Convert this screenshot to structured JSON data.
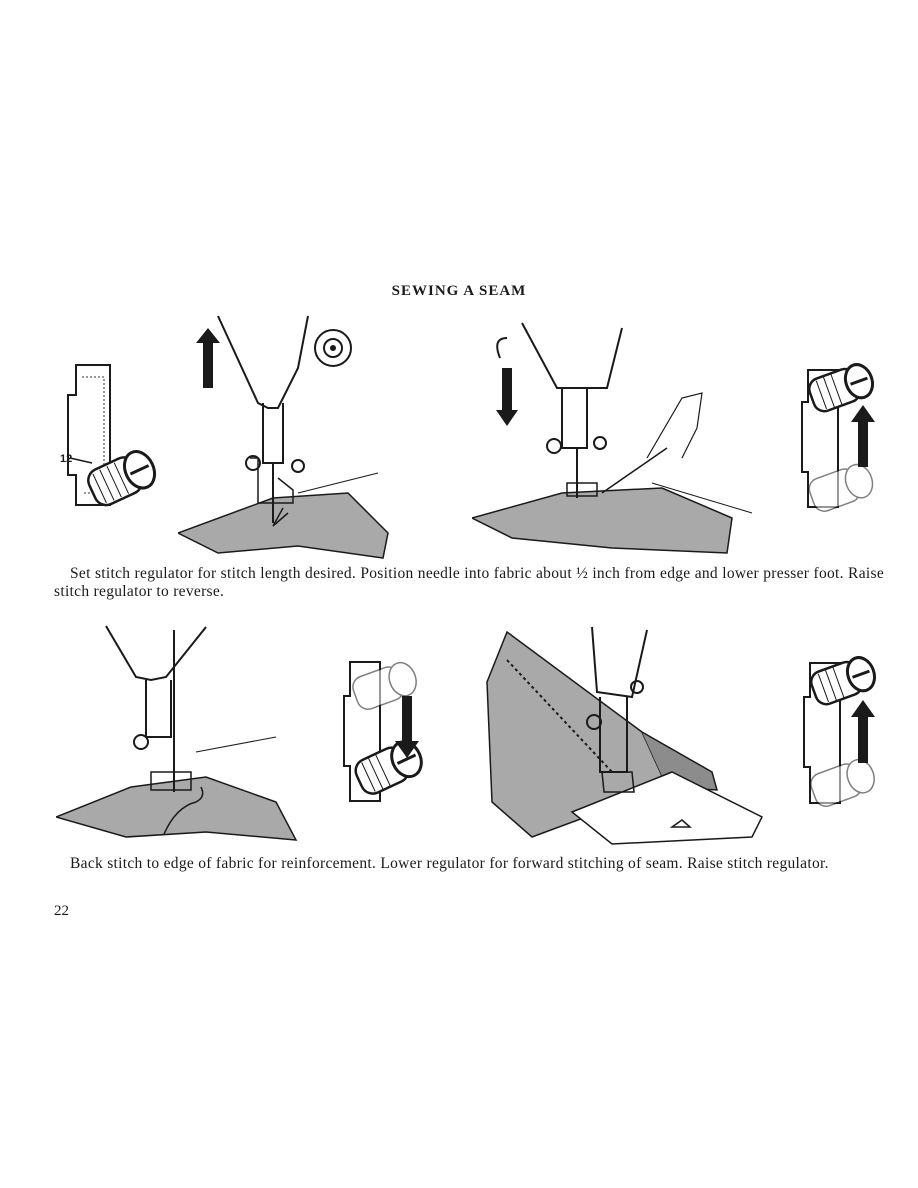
{
  "page": {
    "title": "SEWING A SEAM",
    "caption_1": "Set stitch regulator for stitch length desired. Position needle into fabric about ½ inch from edge and lower presser foot. Raise stitch regulator to reverse.",
    "caption_2": "Back stitch to edge of fabric for reinforcement. Lower regulator for forward stitching of seam. Raise stitch regulator.",
    "page_number": "22",
    "regulator_label": "12"
  },
  "colors": {
    "ink": "#1a1a1a",
    "fabric": "#a9a9a9",
    "fabric_dark": "#8c8c8c",
    "paper": "#ffffff"
  },
  "figures": [
    {
      "name": "regulator-set-12",
      "arrow": "none"
    },
    {
      "name": "needle-into-fabric",
      "arrow": "up"
    },
    {
      "name": "lower-presser-foot",
      "arrow": "down"
    },
    {
      "name": "regulator-raise-reverse",
      "arrow": "up"
    },
    {
      "name": "back-stitch",
      "arrow": "none"
    },
    {
      "name": "regulator-lower-forward",
      "arrow": "down"
    },
    {
      "name": "forward-seam",
      "arrow": "none"
    },
    {
      "name": "regulator-raise",
      "arrow": "up"
    }
  ]
}
